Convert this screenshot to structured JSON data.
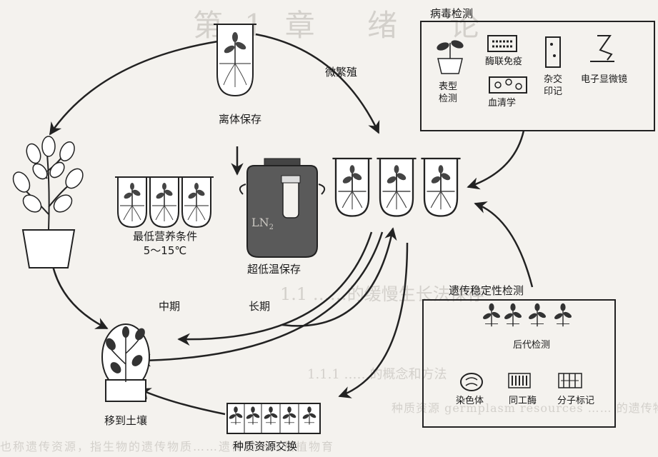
{
  "background_text": {
    "heading": "第1章 绪 论",
    "section": "1.1 ……的缓慢生长法保存",
    "subsection": "1.1.1 ……的概念和方法",
    "line1": "种质资源 germplasm resources …… 的遗传物质",
    "line2": "也称遗传资源，指生物的遗传物质……遗传学研究及植物育"
  },
  "labels": {
    "in_vitro_preservation": "离体保存",
    "micropropagation": "微繁殖",
    "min_growth": "最低营养条件",
    "min_growth_temp": "5～15℃",
    "cryo": "超低温保存",
    "ln2": "LN",
    "ln2_sub": "2",
    "mid_term": "中期",
    "long_term": "长期",
    "to_soil": "移到土壤",
    "germplasm_exchange": "种质资源交换"
  },
  "virus_panel": {
    "title": "病毒检测",
    "phenotype_line1": "表型",
    "phenotype_line2": "检测",
    "elisa": "酶联免疫",
    "serology": "血清学",
    "hybrid_line1": "杂交",
    "hybrid_line2": "印记",
    "em": "电子显微镜"
  },
  "genetic_panel": {
    "title": "遗传稳定性检测",
    "progeny": "后代检测",
    "chromosome": "染色体",
    "isozyme": "同工酶",
    "marker": "分子标记"
  }
}
